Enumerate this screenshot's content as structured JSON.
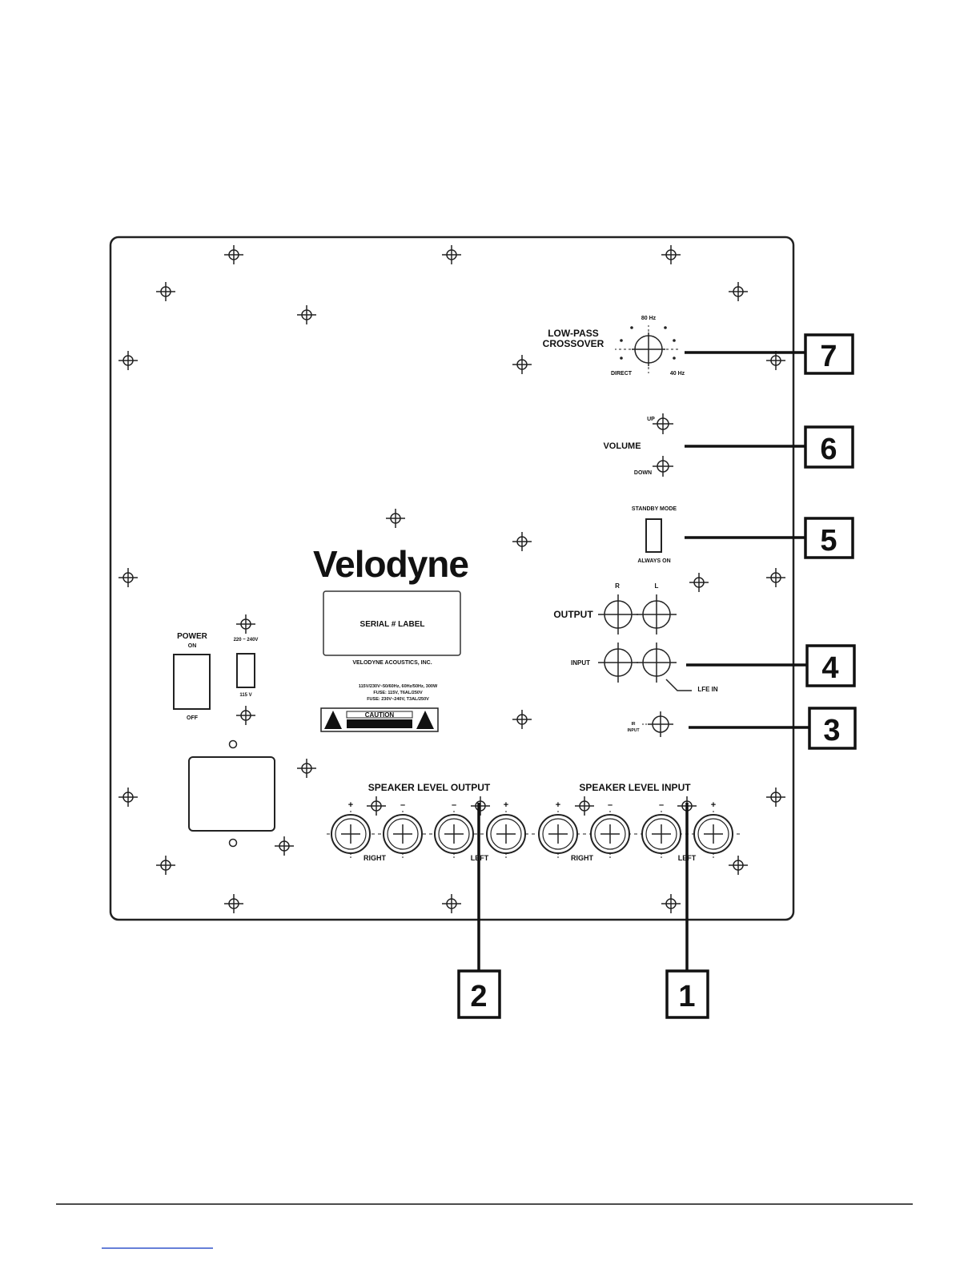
{
  "panel": {
    "brand": "Velodyne",
    "serial_label": "SERIAL # LABEL",
    "company": "VELODYNE ACOUSTICS, INC.",
    "rating_lines": [
      "115V/230V~50/60Hz, 60Hz/50Hz, 300W",
      "FUSE: 115V, T6AL/250V",
      "FUSE: 230V~240V, T3AL/250V"
    ],
    "caution": "CAUTION",
    "power": {
      "title": "POWER",
      "on": "ON",
      "off": "OFF"
    },
    "voltage": {
      "high": "220 ~ 240V",
      "low": "115 V"
    },
    "crossover": {
      "title_line1": "LOW-PASS",
      "title_line2": "CROSSOVER",
      "freq_top": "80 Hz",
      "direct": "DIRECT",
      "freq_low": "40 Hz"
    },
    "volume": {
      "title": "VOLUME",
      "up": "UP",
      "down": "DOWN"
    },
    "standby": {
      "top": "STANDBY MODE",
      "bottom": "ALWAYS ON"
    },
    "line_io": {
      "output": "OUTPUT",
      "input": "INPUT",
      "r": "R",
      "l": "L",
      "lfe": "LFE IN"
    },
    "ir_input": {
      "line1": "IR",
      "line2": "INPUT"
    },
    "speaker_output": {
      "title": "SPEAKER LEVEL OUTPUT",
      "right": "RIGHT",
      "left": "LEFT"
    },
    "speaker_input": {
      "title": "SPEAKER LEVEL INPUT",
      "right": "RIGHT",
      "left": "LEFT"
    },
    "polarity": {
      "plus": "+",
      "minus": "–"
    }
  },
  "callouts": [
    "1",
    "2",
    "3",
    "4",
    "5",
    "6",
    "7"
  ]
}
